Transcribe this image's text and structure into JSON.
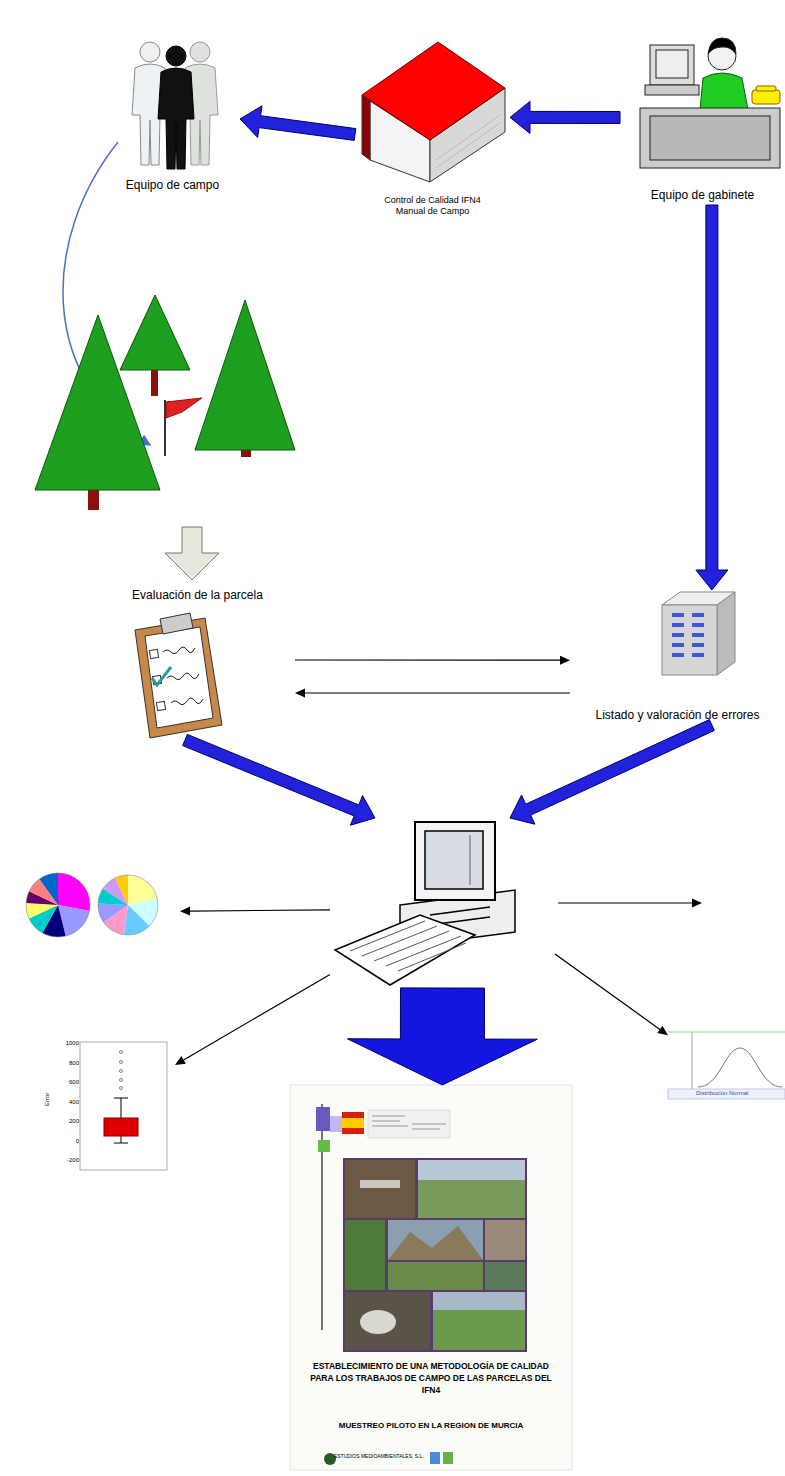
{
  "diagram": {
    "nodes": [
      {
        "text": [
          "Equipo de campo"
        ]
      },
      {
        "text": [
          "Control de Calidad IFN4 Manual de Campo"
        ]
      },
      {
        "text": [
          "Equipo de gabinete"
        ]
      },
      {
        "text": [
          "Evaluación de la parcela"
        ]
      },
      {
        "text": [
          "Listado y valoración de errores"
        ]
      },
      {
        "text": []
      },
      {
        "text": []
      },
      {
        "text": [
          "1000",
          "800",
          "600",
          "400",
          "200",
          "0",
          "-200",
          "Error"
        ]
      },
      {
        "text": [
          "Distribución Normal"
        ]
      },
      {
        "text": [
          "ESTABLECIMIENTO DE UNA METODOLOGÍA DE CALIDAD PARA LOS TRABAJOS DE CAMPO DE LAS PARCELAS DEL IFN4",
          "MUESTREO PILOTO EN LA REGION DE MURCIA",
          "ESTUDIOS MEDIOAMBIENTALES, S.L."
        ]
      }
    ],
    "edges": [
      {
        "from": 1,
        "to": 0,
        "arrow": "to"
      },
      {
        "from": 2,
        "to": 1,
        "arrow": "to"
      },
      {
        "from": 2,
        "to": 4,
        "arrow": "to"
      },
      {
        "from": 3,
        "to": 4,
        "arrow": "to"
      },
      {
        "from": 4,
        "to": 3,
        "arrow": "to"
      },
      {
        "from": 3,
        "to": 6,
        "arrow": "to"
      },
      {
        "from": 4,
        "to": 6,
        "arrow": "to"
      },
      {
        "from": 6,
        "to": 5,
        "arrow": "to"
      },
      {
        "from": 6,
        "to": 7,
        "arrow": "to"
      },
      {
        "from": 6,
        "to": 9,
        "arrow": "to"
      },
      {
        "from": 6,
        "to": 8,
        "arrow": "to"
      }
    ]
  }
}
